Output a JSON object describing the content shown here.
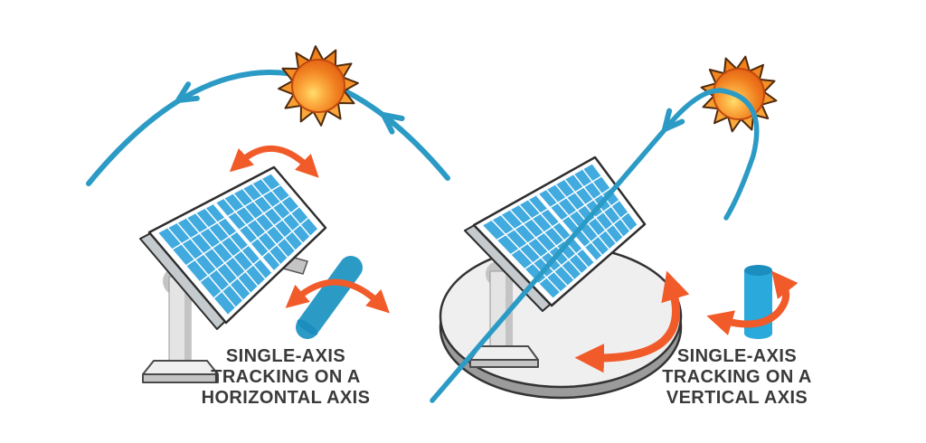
{
  "diagrams": {
    "left": {
      "caption_lines": [
        "SINGLE-AXIS",
        "TRACKING ON A",
        "HORIZONTAL AXIS"
      ],
      "axis_type": "horizontal",
      "icons": [
        "sun-icon",
        "sun-path-arc",
        "tilt-rotation-arrow-icon",
        "solar-panel",
        "pedestal",
        "horizontal-axis-cylinder-icon",
        "axis-rotation-arrow-icon"
      ]
    },
    "right": {
      "caption_lines": [
        "SINGLE-AXIS",
        "TRACKING ON A",
        "VERTICAL AXIS"
      ],
      "axis_type": "vertical",
      "icons": [
        "sun-icon",
        "sun-path-line",
        "solar-panel",
        "pedestal",
        "rotating-base-disc",
        "base-rotation-arrow-icon",
        "vertical-axis-cylinder-icon",
        "axis-rotation-arrow-icon"
      ]
    }
  },
  "colors": {
    "background": "#ffffff",
    "path_blue": "#2B9BC6",
    "panel_blue": "#41AADF",
    "panel_frame_white": "#FFFFFF",
    "accent_orange": "#F15B2A",
    "cylinder_blue": "#29A9DC",
    "cylinder_cap": "#1B8DBE",
    "metal_gray_light": "#E4E4E4",
    "metal_gray_mid": "#C4C4C4",
    "disc_gray_top": "#EFEFEF",
    "disc_gray_side": "#9B9B9B",
    "outline_dark": "#2E2E2E",
    "text_color": "#3A3A3A"
  }
}
